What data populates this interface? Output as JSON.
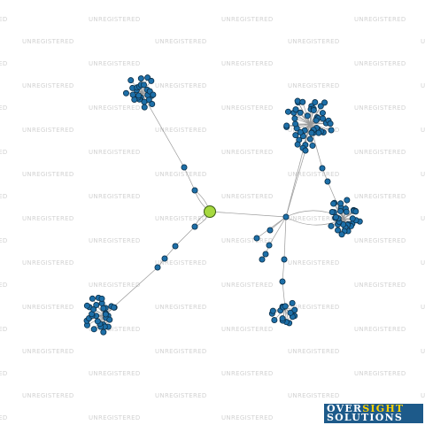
{
  "watermark": {
    "text": "UNREGISTERED"
  },
  "logo": {
    "line1_part1": "OVER",
    "line1_part2": "SIGHT",
    "line2": "SOLUTIONS",
    "accent_color": "#ffd200",
    "background_color": "#1d5a8a"
  },
  "graph": {
    "node_color": "#1d6fa8",
    "center_node_color": "#a6d93f",
    "edge_color": "#9a9a9a"
  }
}
